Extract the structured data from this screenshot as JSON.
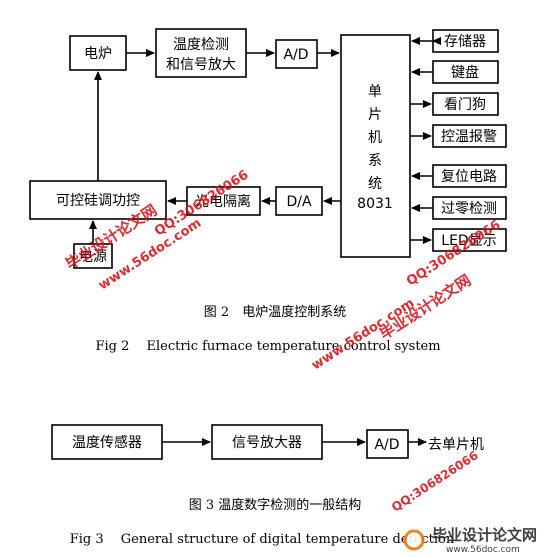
{
  "fig2": {
    "furnace": "电炉",
    "temp_detect_1": "温度检测",
    "temp_detect_2": "和信号放大",
    "adc": "A/D",
    "mcu": [
      "单",
      "片",
      "机",
      "系",
      "统",
      "8031"
    ],
    "memory": "存储器",
    "keyboard": "键盘",
    "watchdog": "看门狗",
    "temp_alarm": "控温报警",
    "reset": "复位电路",
    "zero_cross": "过零检测",
    "display": "LED显示",
    "dac": "D/A",
    "isolation": "光电隔离",
    "thyristor": "可控硅调功控",
    "power": "电源",
    "caption_cn": "图 2　电炉温度控制系统",
    "caption_en": "Fig 2　 Electric furnace temperature control system"
  },
  "fig3": {
    "sensor": "温度传感器",
    "amplifier": "信号放大器",
    "adc": "A/D",
    "to_mcu": "去单片机",
    "caption_cn": "图 3  温度数字检测的一般结构",
    "caption_en": "Fig 3　 General structure of digital temperature detection"
  },
  "watermark": {
    "site": "www.56doc.com",
    "qq": "QQ:306826066",
    "brand": "毕业设计论文网"
  }
}
